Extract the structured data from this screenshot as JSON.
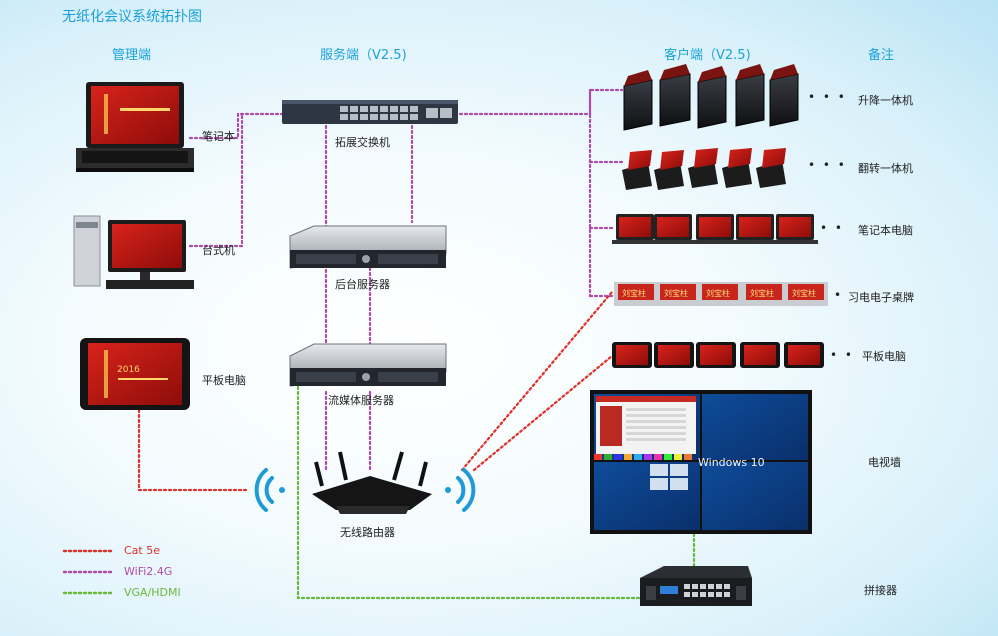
{
  "title": "无纸化会议系统拓扑图",
  "columns": {
    "admin": "管理端",
    "server": "服务端（V2.5)",
    "client": "客户端（V2.5)",
    "notes": "备注"
  },
  "admin_devices": [
    "笔记本",
    "台式机",
    "平板电脑"
  ],
  "server_devices": [
    "拓展交换机",
    "后台服务器",
    "流媒体服务器",
    "无线路由器"
  ],
  "client_rows": [
    {
      "label": "升降一体机",
      "ellipsis": "• • •"
    },
    {
      "label": "翻转一体机",
      "ellipsis": "• • •"
    },
    {
      "label": "笔记本电脑",
      "ellipsis": "• •"
    },
    {
      "label": "习电电子桌牌",
      "ellipsis": "•"
    },
    {
      "label": "平板电脑",
      "ellipsis": "• •"
    }
  ],
  "video_wall": {
    "label": "电视墙",
    "screen_text": "Windows 10"
  },
  "splicer": {
    "label": "拼接器"
  },
  "nameplate_text": "刘宝柱",
  "laptop_screen": {
    "big": "2016"
  },
  "legend": [
    {
      "name": "Cat 5e",
      "color": "#e0302a"
    },
    {
      "name": "WiFi2.4G",
      "color": "#b04aa8"
    },
    {
      "name": "VGA/HDMI",
      "color": "#6ab83a"
    }
  ],
  "colors": {
    "accent": "#1ba2dc",
    "cat5e": "#e0302a",
    "wifi": "#b04aa8",
    "vga": "#6ab83a"
  }
}
